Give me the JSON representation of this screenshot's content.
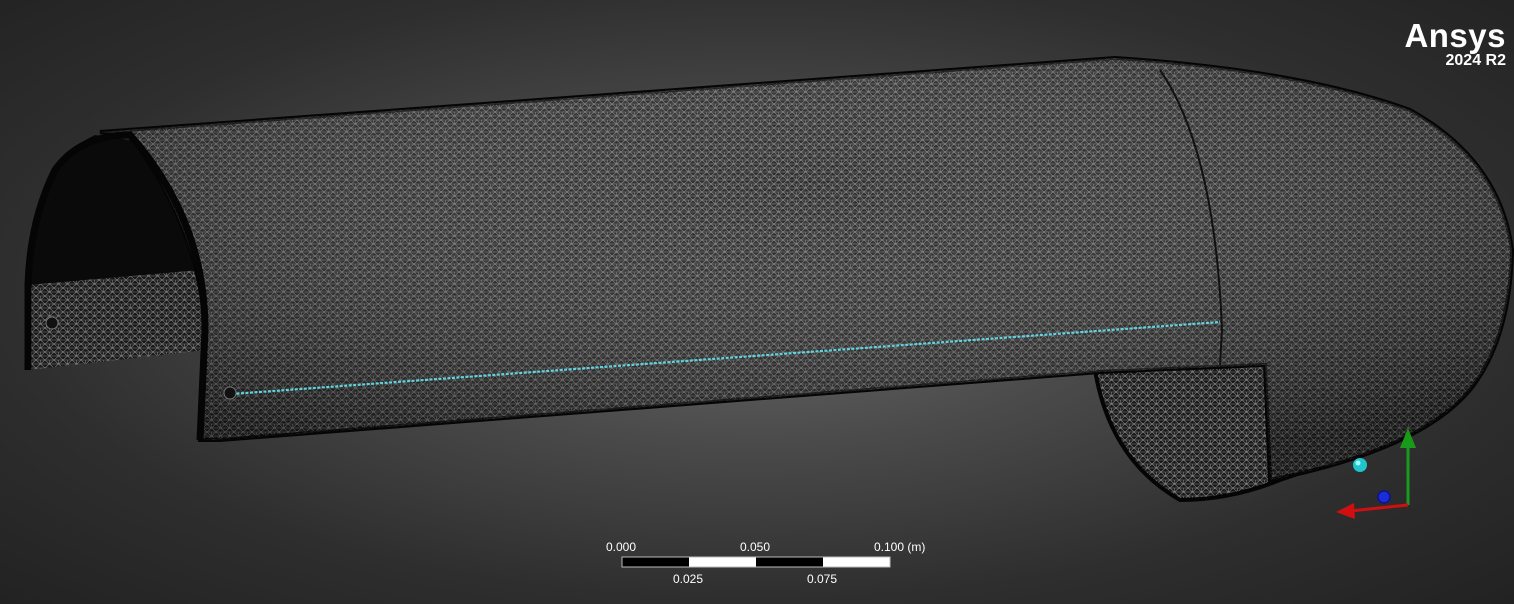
{
  "logo": {
    "brand": "Ansys",
    "version": "2024 R2"
  },
  "scale_bar": {
    "top_labels": [
      "0.000",
      "0.050",
      "0.100 (m)"
    ],
    "bottom_labels": [
      "0.025",
      "0.075"
    ]
  },
  "colors": {
    "background_center": "#6b6b6b",
    "background_edge": "#222222",
    "mesh_surface": "#1a1a1a",
    "mesh_lines": "#9a9a9a",
    "highlight_edge": "#5fd4e0",
    "axis_x": "#d01010",
    "axis_y": "#1a9a1a",
    "axis_z": "#1c2cd8",
    "triad_ball": "#22c4cc"
  },
  "triad": {
    "axes": [
      "x-axis",
      "y-axis",
      "z-axis"
    ],
    "icon": "isometric-triad-icon"
  }
}
